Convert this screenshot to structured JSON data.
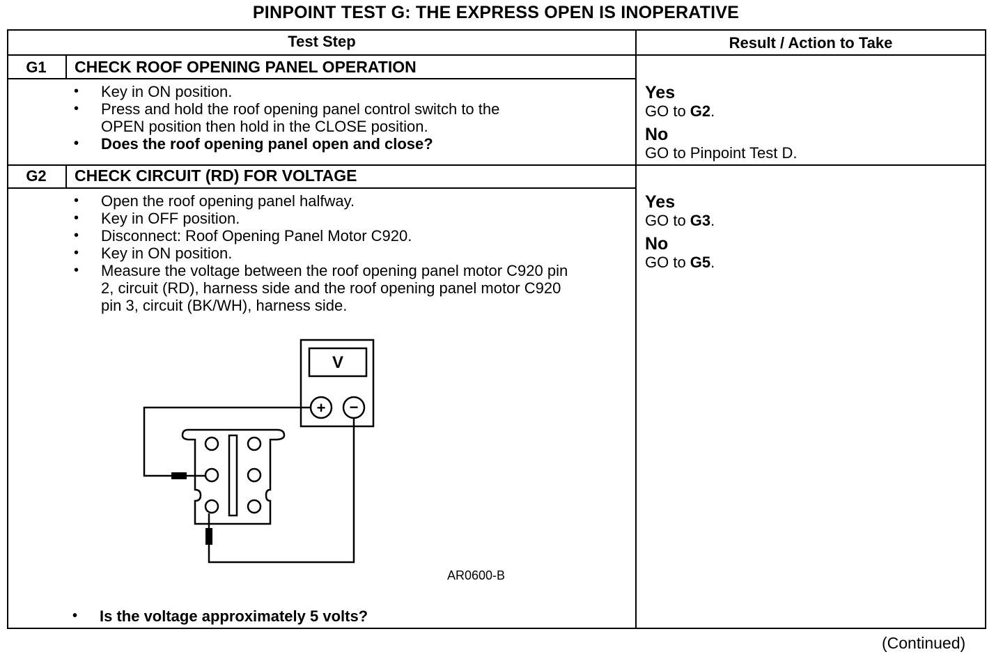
{
  "title": "PINPOINT TEST G: THE EXPRESS OPEN IS INOPERATIVE",
  "table": {
    "col_test_step": "Test Step",
    "col_result": "Result / Action to Take"
  },
  "g1": {
    "id": "G1",
    "title": "CHECK ROOF OPENING PANEL OPERATION",
    "steps": [
      "Key in ON position.",
      "Press and hold the roof opening panel control switch to the OPEN position then hold in the CLOSE position.",
      "Does the roof opening panel open and close?"
    ],
    "yes_label": "Yes",
    "yes_prefix": "GO to ",
    "yes_target": "G2",
    "yes_suffix": ".",
    "no_label": "No",
    "no_action": "GO to Pinpoint Test D."
  },
  "g2": {
    "id": "G2",
    "title": "CHECK CIRCUIT (RD) FOR VOLTAGE",
    "steps": [
      "Open the roof opening panel halfway.",
      "Key in OFF position.",
      "Disconnect: Roof Opening Panel Motor C920.",
      "Key in ON position.",
      "Measure the voltage between the roof opening panel motor C920 pin 2, circuit (RD), harness side and the roof opening panel motor C920 pin 3, circuit (BK/WH), harness side."
    ],
    "question": "Is the voltage approximately 5 volts?",
    "yes_label": "Yes",
    "yes_prefix": "GO to ",
    "yes_target": "G3",
    "yes_suffix": ".",
    "no_label": "No",
    "no_prefix": "GO to ",
    "no_target": "G5",
    "no_suffix": "."
  },
  "figure": {
    "meter_display": "V",
    "plus_symbol": "+",
    "minus_symbol": "−",
    "figure_id": "AR0600-B"
  },
  "footer": {
    "continued": "(Continued)"
  }
}
